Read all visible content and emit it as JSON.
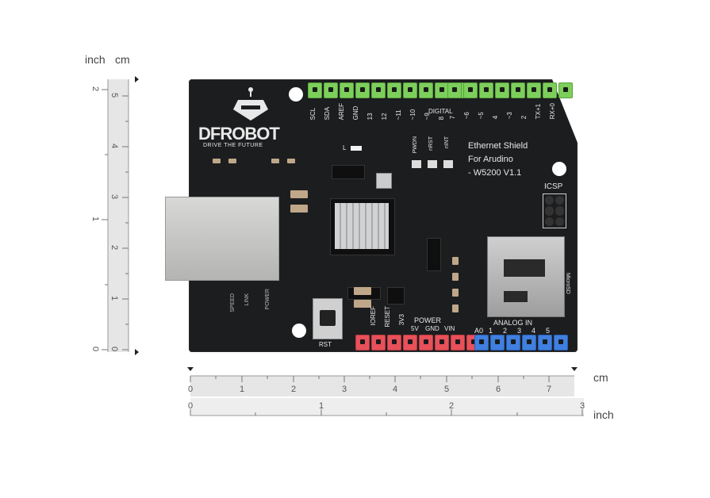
{
  "rulers": {
    "vertical": {
      "units": [
        "inch",
        "cm"
      ],
      "inch_ticks": [
        "2",
        "1",
        "0"
      ],
      "cm_ticks": [
        "5",
        "4",
        "3",
        "2",
        "1",
        "0"
      ]
    },
    "horizontal": {
      "cm_label": "cm",
      "inch_label": "inch",
      "cm_ticks": [
        "0",
        "1",
        "2",
        "3",
        "4",
        "5",
        "6",
        "7"
      ],
      "inch_ticks": [
        "0",
        "1",
        "2",
        "3"
      ]
    }
  },
  "board": {
    "logo_text": "DFROBOT",
    "tagline": "DRIVE THE FUTURE",
    "title_lines": [
      "Ethernet Shield",
      "For Arudino",
      "- W5200 V1.1"
    ],
    "top_pins_left": [
      "SCL",
      "SDA",
      "AREF",
      "GND",
      "13",
      "12",
      "~11",
      "~10",
      "~9",
      "8"
    ],
    "top_pins_right": [
      "7",
      "~6",
      "~5",
      "4",
      "~3",
      "2",
      "TX+1",
      "RX+0"
    ],
    "digital_label": "DIGITAL",
    "led_labels": [
      "PWDN",
      "nRST",
      "nINT"
    ],
    "led_l": "L",
    "icsp": "ICSP",
    "power_pins": [
      "IOREF",
      "RESET",
      "3V3",
      "5V",
      "GND",
      "VIN"
    ],
    "power_label": "POWER",
    "analog_label": "ANALOG IN",
    "analog_pins": [
      "A0",
      "1",
      "2",
      "3",
      "4",
      "5"
    ],
    "rst_label": "RST",
    "microsd": "MicroSD",
    "status_leds": [
      "SPEED",
      "LINK",
      "POWER"
    ],
    "colors": {
      "pcb": "#1c1d1f",
      "green_header": "#7ccf5a",
      "red_header": "#e8505a",
      "blue_header": "#3f7fe0",
      "ruler": "#e6e6e6"
    }
  }
}
